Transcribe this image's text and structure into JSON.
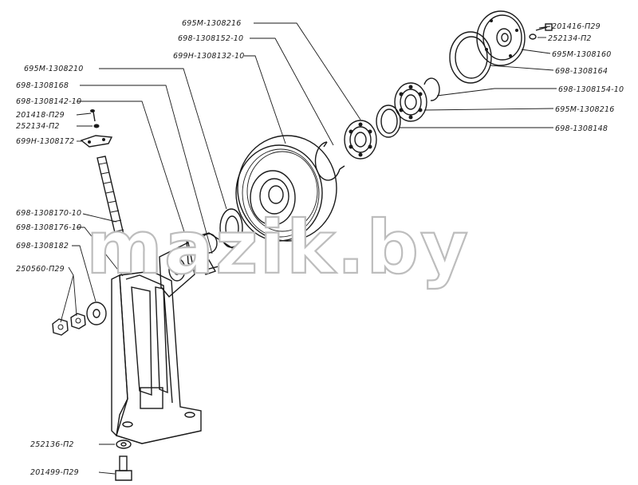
{
  "watermark": "mazik.by",
  "labels": {
    "l_695m_1308216_top": "695M-1308216",
    "l_698_1308152_10": "698-1308152-10",
    "l_699n_1308132_10": "699H-1308132-10",
    "l_201416_p29": "201416-П29",
    "l_252134_p2_right": "252134-П2",
    "l_695m_1308160": "695M-1308160",
    "l_698_1308164": "698-1308164",
    "l_698_1308154_10": "698-1308154-10",
    "l_695m_1308216_right": "695M-1308216",
    "l_698_1308148": "698-1308148",
    "l_695m_1308210": "695M-1308210",
    "l_698_1308168": "698-1308168",
    "l_698_1308142_10": "698-1308142-10",
    "l_201418_p29": "201418-П29",
    "l_252134_p2_left": "252134-П2",
    "l_699n_1308172": "699H-1308172",
    "l_698_1308170_10": "698-1308170-10",
    "l_698_1308176_10": "698-1308176-10",
    "l_698_1308182": "698-1308182",
    "l_250560_p29": "250560-П29",
    "l_252136_p2": "252136-П2",
    "l_201499_p29": "201499-П29"
  }
}
